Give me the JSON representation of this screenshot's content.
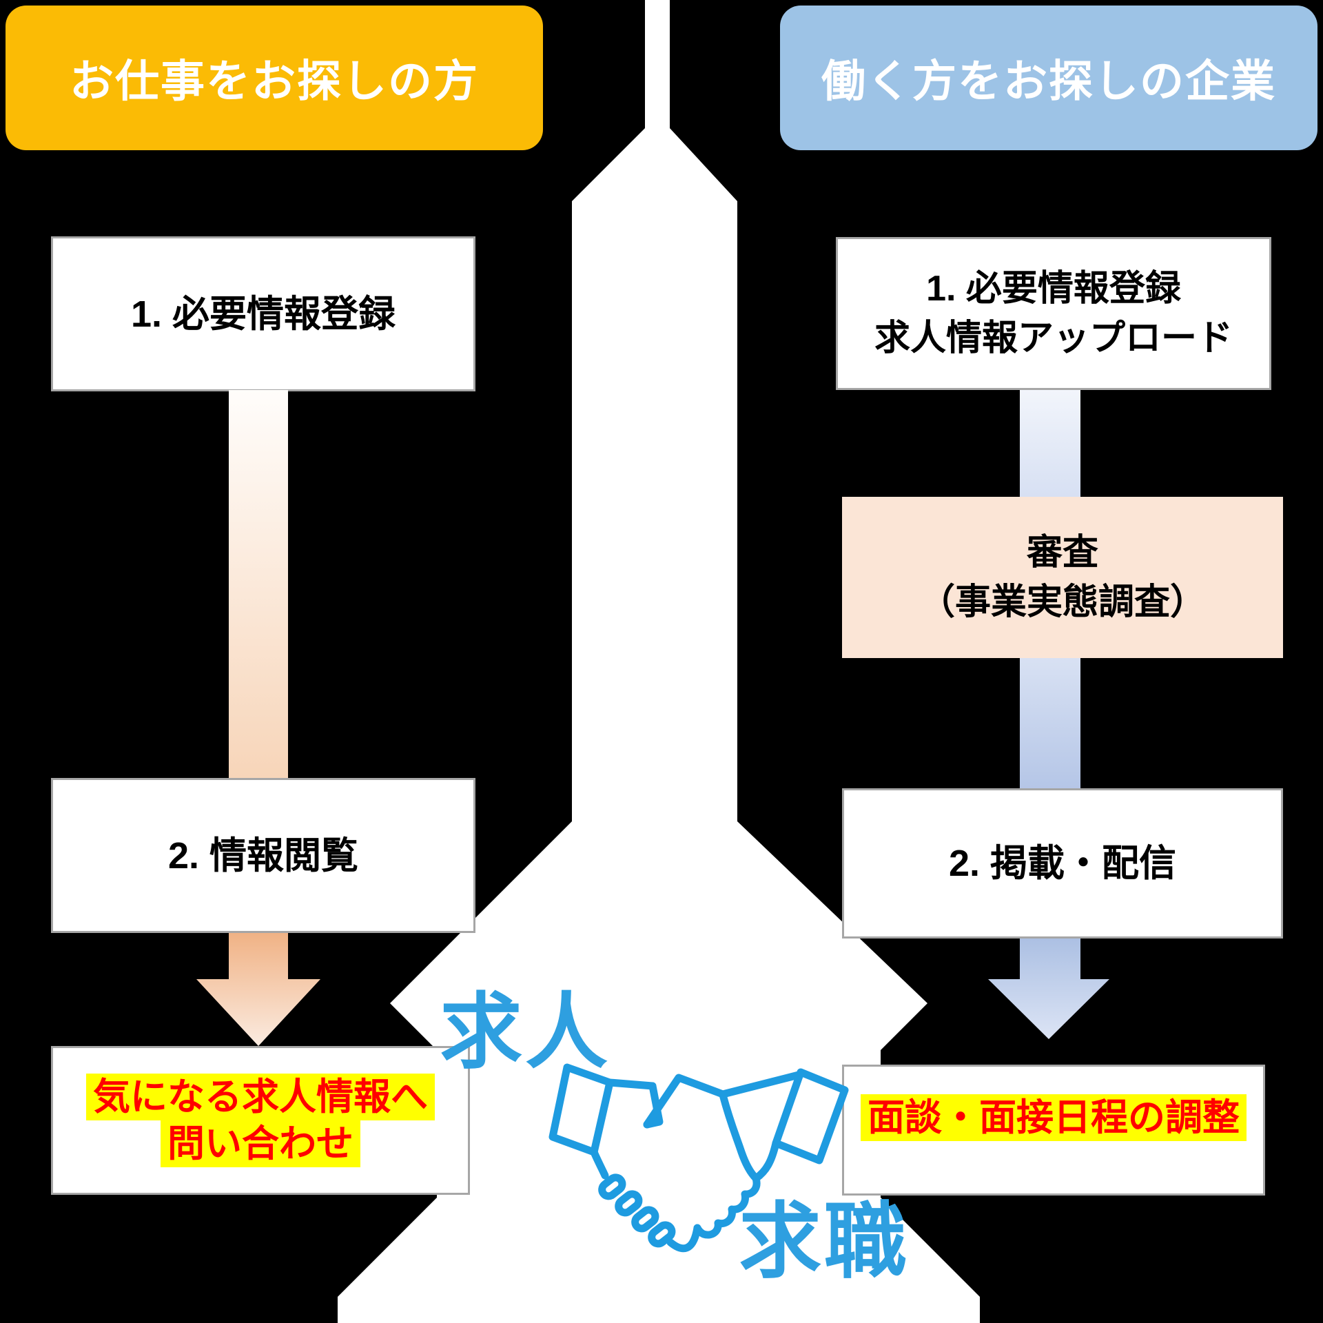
{
  "headers": {
    "job_seeker": "お仕事をお探しの方",
    "employer": "働く方をお探しの企業"
  },
  "seeker_flow": {
    "step1": "1. 必要情報登録",
    "step2": "2. 情報閲覧",
    "result_line1": "気になる求人情報へ",
    "result_line2": "問い合わせ"
  },
  "employer_flow": {
    "step1_line1": "1. 必要情報登録",
    "step1_line2": "求人情報アップロード",
    "review_line1": "審査",
    "review_line2": "（事業実態調査）",
    "step2": "2. 掲載・配信",
    "result": "面談・面接日程の調整"
  },
  "center": {
    "top_label": "求人",
    "bottom_label": "求職"
  },
  "colors": {
    "background": "#000000",
    "seeker_header_bg": "#FBBB05",
    "employer_header_bg": "#9DC3E6",
    "header_text": "#FFFFFF",
    "review_box_bg": "#FBE5D6",
    "box_bg": "#FFFFFF",
    "box_border": "#A6A6A6",
    "box_text": "#000000",
    "highlight_bg": "#FFFF00",
    "highlight_text": "#FF0000",
    "icon_blue": "#1E9BE0",
    "seeker_arrow_from": "#FFFDFB",
    "seeker_arrow_to": "#F0B285",
    "employer_arrow_from": "#F2F5FB",
    "employer_arrow_to": "#ACC0E3",
    "center_shape": "#FFFFFF"
  }
}
